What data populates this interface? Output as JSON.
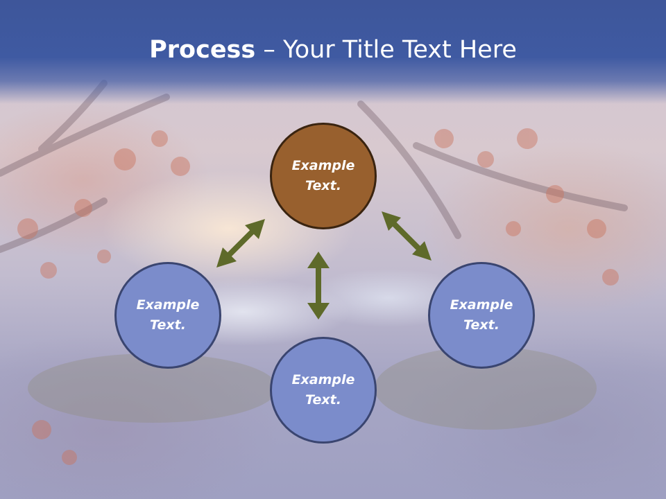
{
  "slide": {
    "title_bold": "Process",
    "title_rest": " – Your Title Text Here"
  },
  "nodes": {
    "top": {
      "text": "Example Text."
    },
    "left": {
      "text": "Example Text."
    },
    "right": {
      "text": "Example Text."
    },
    "bottom": {
      "text": "Example Text."
    }
  },
  "colors": {
    "header": "#3f5aa2",
    "top_node": "#98602e",
    "blue_node": "#7b8ccb",
    "arrow": "#5e6a2a"
  }
}
